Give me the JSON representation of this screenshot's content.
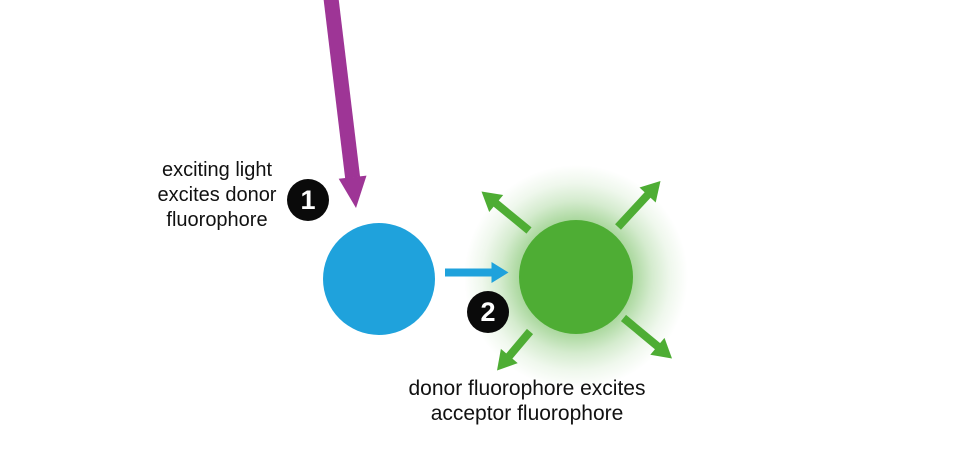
{
  "colors": {
    "background": "#ffffff",
    "exciting-light": "#9E3596",
    "donor": "#1FA2DC",
    "acceptor": "#4EAD34",
    "badge-bg": "#0a0a0a",
    "badge-text": "#ffffff",
    "label-text": "#111111"
  },
  "step1": {
    "badge": "1",
    "label_lines": [
      "exciting light",
      "excites donor",
      "fluorophore"
    ]
  },
  "step2": {
    "badge": "2",
    "label_lines": [
      "donor fluorophore excites",
      "acceptor fluorophore"
    ]
  },
  "elements": {
    "exciting_light_arrow": "thick magenta arrow entering from top, pointing down onto donor",
    "donor_fluorophore": "solid blue circle",
    "energy_transfer_arrow": "blue arrow from donor to acceptor",
    "acceptor_fluorophore": "solid green circle with green glow halo",
    "emission_arrows": "four green arrows radiating outward from acceptor"
  }
}
